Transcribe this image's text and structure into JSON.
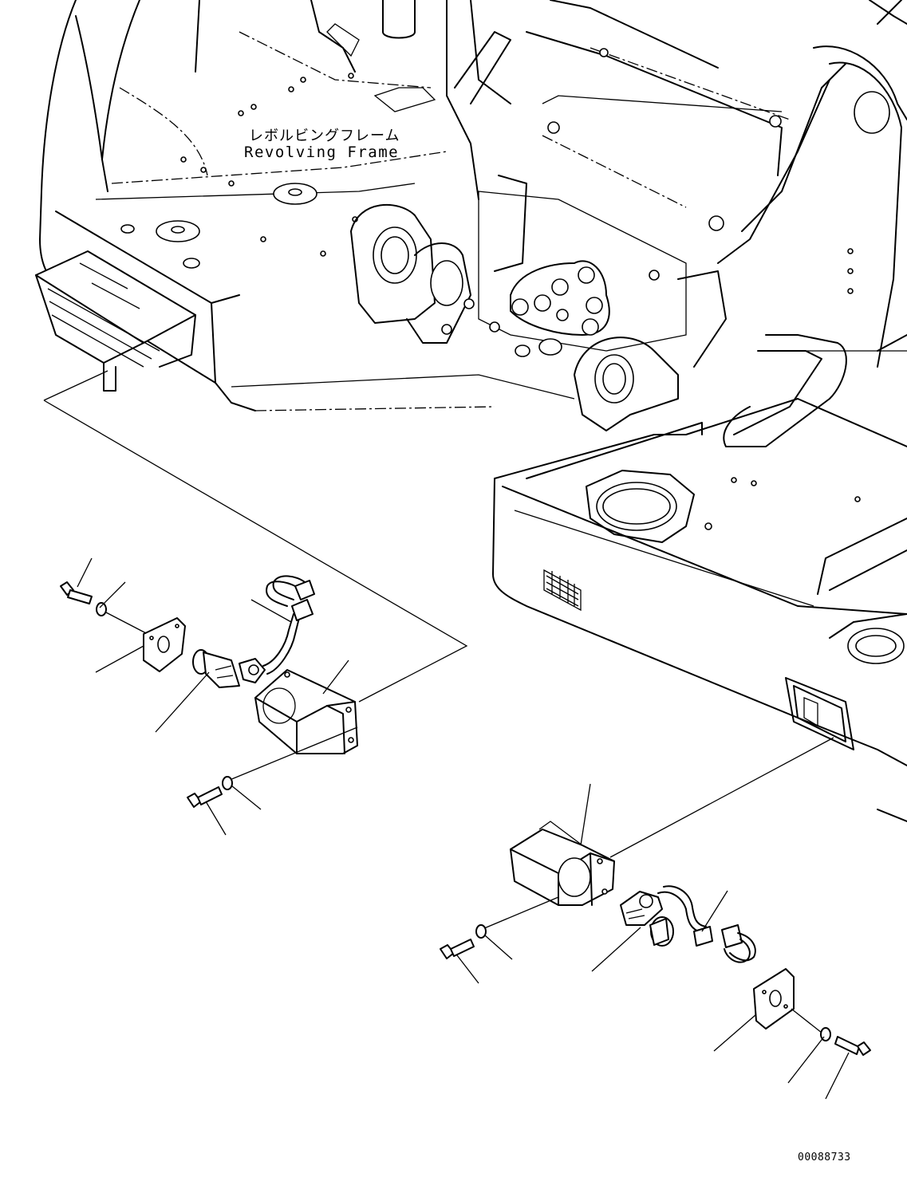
{
  "diagram": {
    "frame_label_jp": "レボルビングフレーム",
    "frame_label_en": "Revolving Frame",
    "drawing_number": "00088733"
  },
  "icons": {
    "frame": "revolving-frame-outline",
    "work_lamp_assembly": "lamp-assembly-drawing",
    "bolt": "hex-bolt",
    "washer": "flat-washer"
  }
}
